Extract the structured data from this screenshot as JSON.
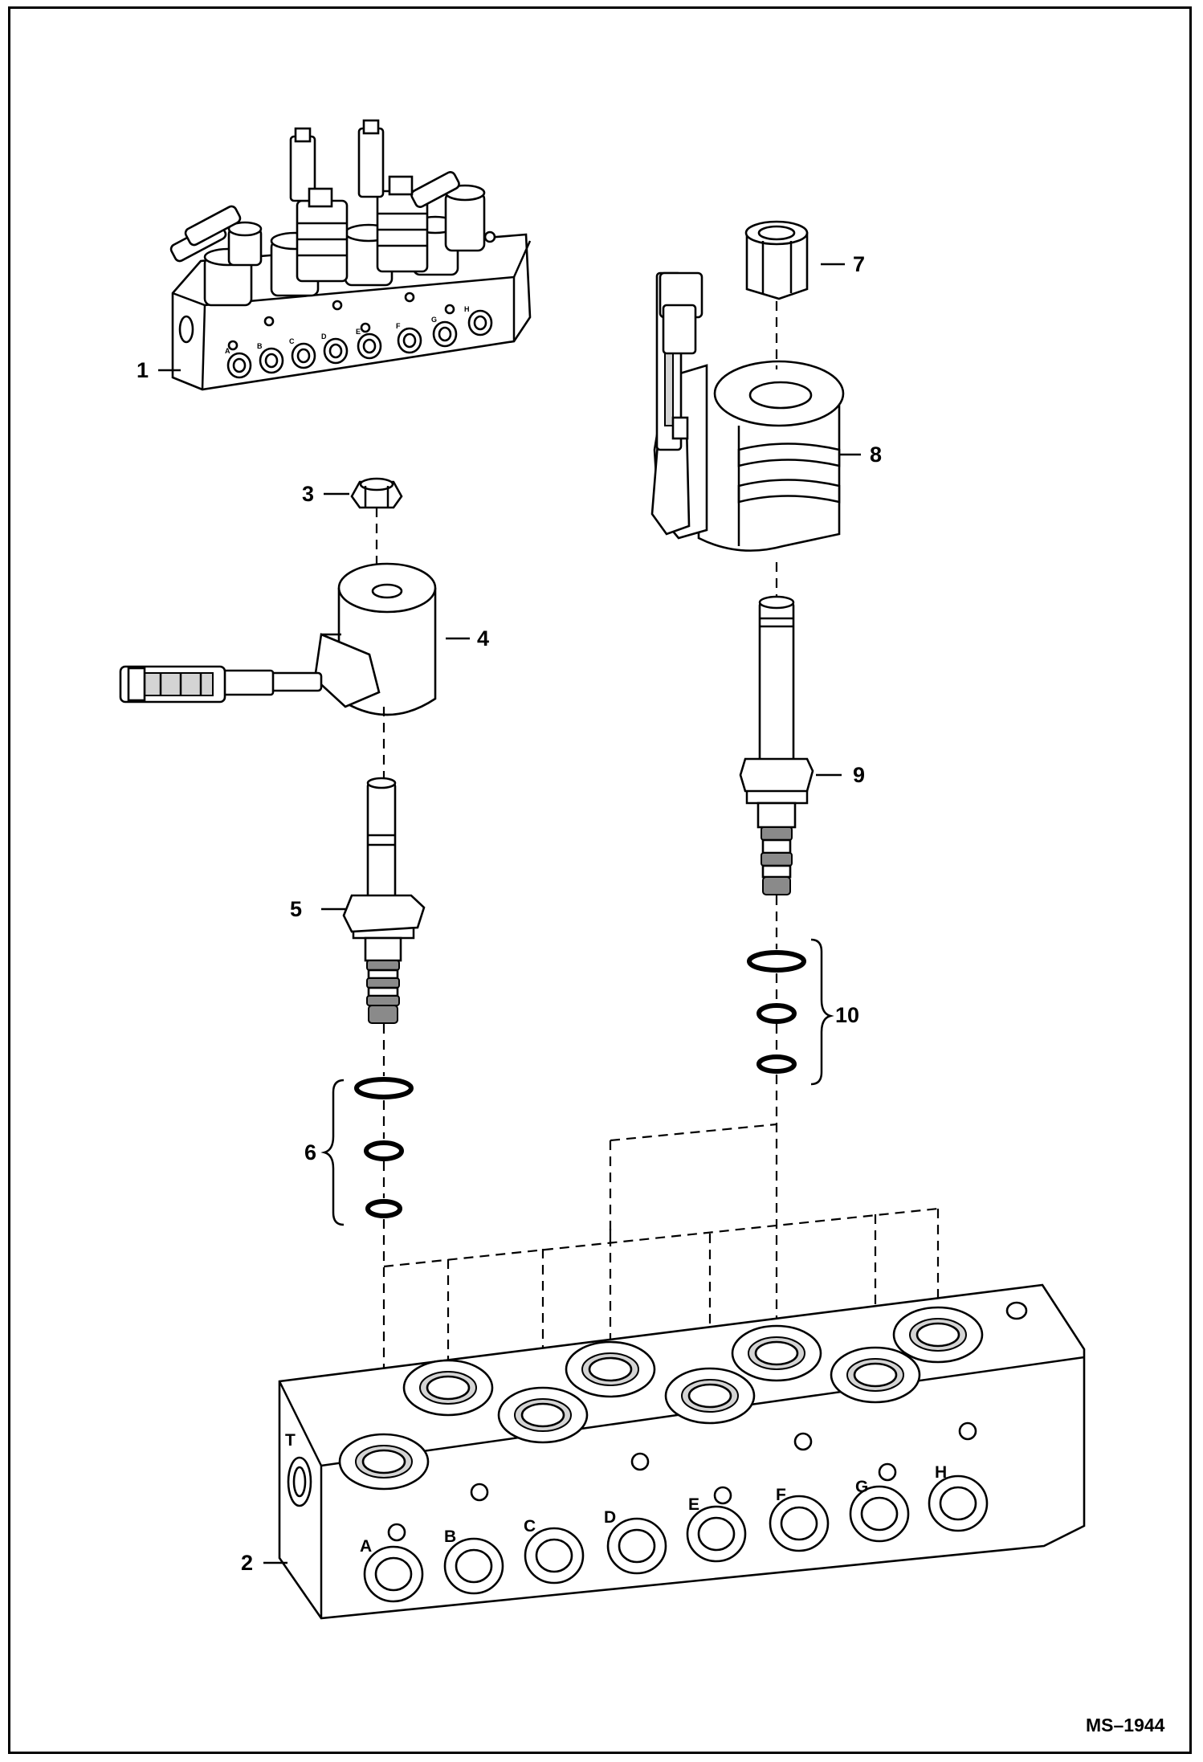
{
  "figure_ref": "MS–1944",
  "callouts": [
    {
      "id": "1",
      "label": "1"
    },
    {
      "id": "2",
      "label": "2"
    },
    {
      "id": "3",
      "label": "3"
    },
    {
      "id": "4",
      "label": "4"
    },
    {
      "id": "5",
      "label": "5"
    },
    {
      "id": "6",
      "label": "6"
    },
    {
      "id": "7",
      "label": "7"
    },
    {
      "id": "8",
      "label": "8"
    },
    {
      "id": "9",
      "label": "9"
    },
    {
      "id": "10",
      "label": "10"
    }
  ],
  "port_letters": [
    "A",
    "B",
    "C",
    "D",
    "E",
    "F",
    "G",
    "H"
  ],
  "side_port_letter": "T"
}
